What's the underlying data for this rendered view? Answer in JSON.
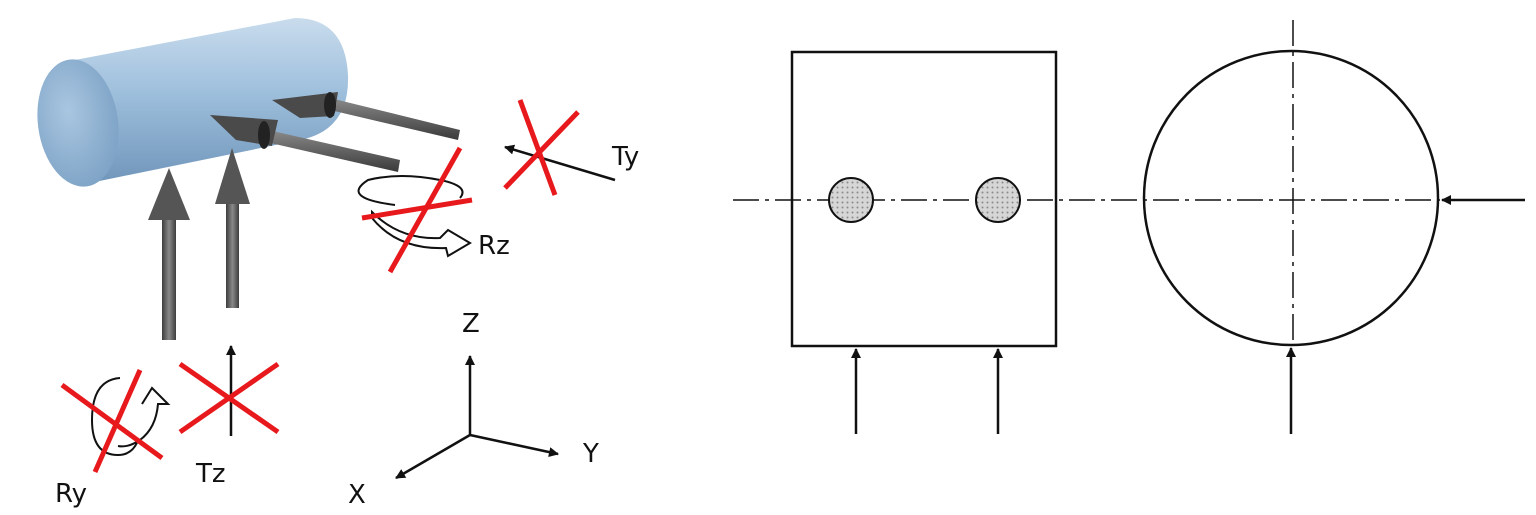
{
  "labels": {
    "ty": "Ty",
    "rz": "Rz",
    "ry": "Ry",
    "tz": "Tz",
    "axis_x": "X",
    "axis_y": "Y",
    "axis_z": "Z"
  },
  "colors": {
    "cylinder_light": "#b8d2e8",
    "cylinder_mid": "#8fb3d4",
    "cylinder_dark": "#6d93b8",
    "pin": "#555555",
    "cross": "#e8191c",
    "ink": "#111111",
    "hatch_fill": "#cfcfcf"
  }
}
